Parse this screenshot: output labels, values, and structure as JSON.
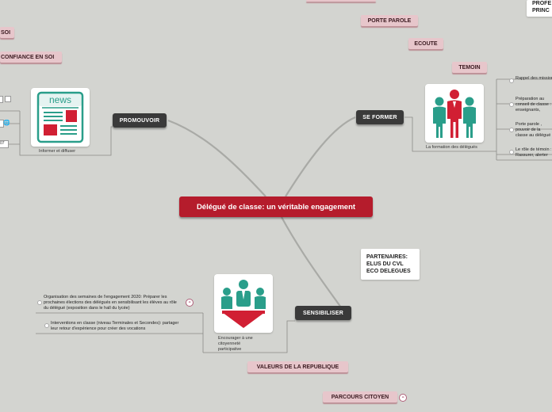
{
  "central": "Délégué de classe: un véritable engagement",
  "branches": {
    "promouvoir": {
      "label": "PROMOUVOIR",
      "caption": "Informer et diffuser",
      "news_label": "news",
      "left_item_fragment": "07"
    },
    "se_former": {
      "label": "SE FORMER",
      "caption": "La formation des délégués",
      "items": [
        "Rappel des missions des délégués et de leurs fonctions",
        "Préparation au conseil de classe : enseignants, conseillers, quelle restitution",
        "Porte parole , pouvoir de la classe au délégué de classe, à l'échelle de l'établissement",
        "Le rôle de témoin : Rassurer, alerter"
      ]
    },
    "sensibiliser": {
      "label": "SENSIBILISER",
      "caption": "Encourager à une citoyenneté participative",
      "items": [
        "Organisation des semaines de l'engagement 2020: Préparer les prochaines élections des délégués en sensibilisant les élèves au rôle du délégué (exposition dans le hall du lycée)",
        "Interventions en classe (niveau Terminales et Secondes): partager leur retour d'expérience pour créer des vocations"
      ]
    }
  },
  "pink_nodes": {
    "porte_parole": "PORTE PAROLE",
    "ecoute": "ECOUTE",
    "temoin": "TEMOIN",
    "soi_fragment": "SOI",
    "confiance": "CONFIANCE EN SOI",
    "valeurs": "VALEURS DE LA REPUBLIQUE",
    "parcours": "PARCOURS CITOYEN"
  },
  "white_nodes": {
    "partenaires": [
      "PARTENAIRES:",
      "ELUS DU CVL",
      "ECO DELEGUES"
    ],
    "top_right": [
      "PROFE",
      "PRINC"
    ]
  },
  "colors": {
    "background": "#d3d4d0",
    "central": "#b51c2c",
    "dark": "#3a3a3a",
    "pink": "#e7c6cb",
    "teal": "#2a9e8a",
    "red": "#d11f33"
  }
}
